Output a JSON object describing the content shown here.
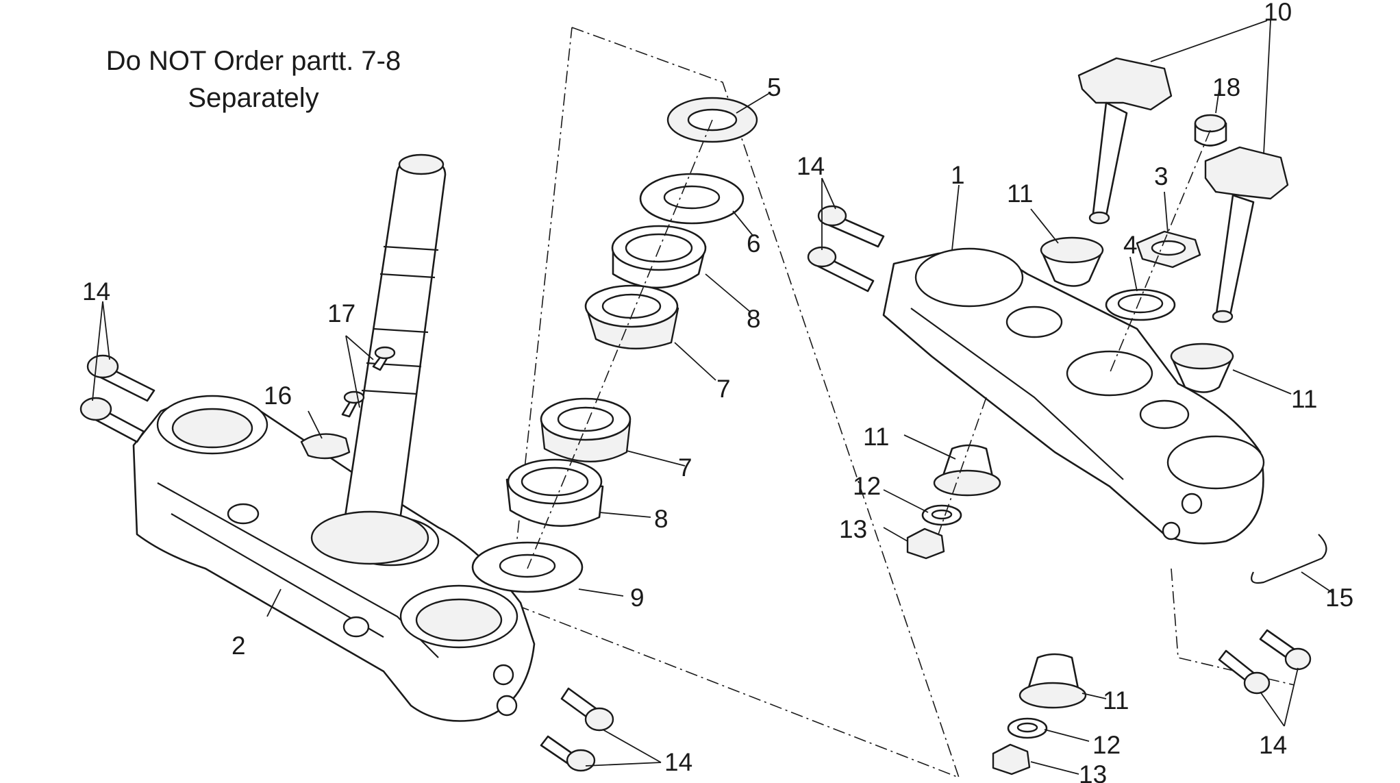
{
  "note": {
    "line1": "Do NOT Order partt. 7-8",
    "line2": "Separately"
  },
  "callouts": {
    "c1": "1",
    "c2": "2",
    "c3": "3",
    "c4": "4",
    "c5": "5",
    "c6": "6",
    "c7a": "7",
    "c7b": "7",
    "c8a": "8",
    "c8b": "8",
    "c9": "9",
    "c10": "10",
    "c11a": "11",
    "c11b": "11",
    "c11c": "11",
    "c11d": "11",
    "c12a": "12",
    "c12b": "12",
    "c13a": "13",
    "c13b": "13",
    "c14a": "14",
    "c14b": "14",
    "c14c": "14",
    "c14d": "14",
    "c15": "15",
    "c16": "16",
    "c17": "17",
    "c18": "18"
  }
}
